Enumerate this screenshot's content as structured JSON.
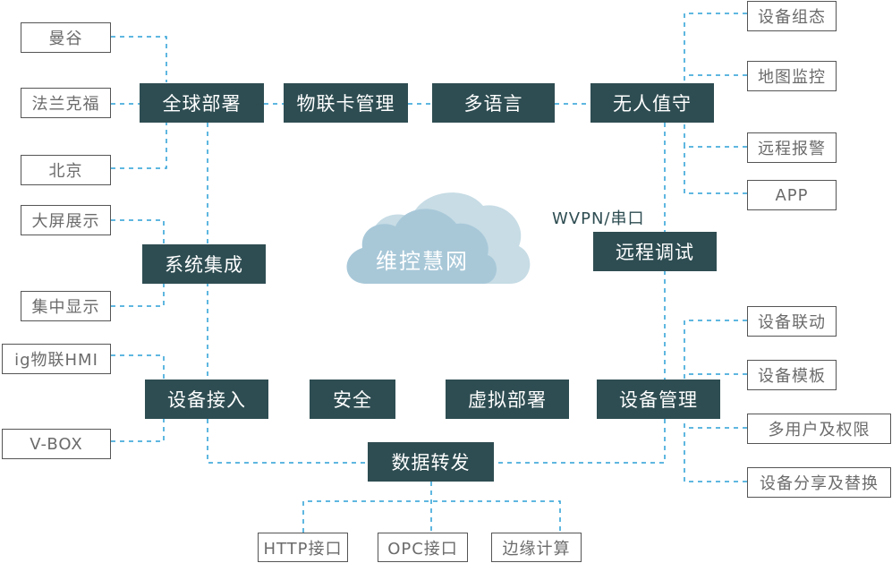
{
  "diagram": {
    "center": {
      "label": "维控慧网",
      "icon": "cloud-icon"
    },
    "connection_label": "WVPN/串口",
    "line_color": "#2a9fd6",
    "node_color": "#2e4d52",
    "main_nodes": {
      "global_deploy": "全球部署",
      "iot_card": "物联卡管理",
      "multilang": "多语言",
      "unattended": "无人值守",
      "system_integration": "系统集成",
      "remote_debug": "远程调试",
      "device_access": "设备接入",
      "security": "安全",
      "virtual_deploy": "虚拟部署",
      "device_mgmt": "设备管理",
      "data_forward": "数据转发"
    },
    "leaves": {
      "bangkok": "曼谷",
      "frankfurt": "法兰克福",
      "beijing": "北京",
      "big_screen": "大屏展示",
      "central_display": "集中显示",
      "ig_hmi": "ig物联HMI",
      "vbox": "V-BOX",
      "config": "设备组态",
      "map_monitor": "地图监控",
      "remote_alarm": "远程报警",
      "app": "APP",
      "linkage": "设备联动",
      "template": "设备模板",
      "multiuser": "多用户及权限",
      "share_replace": "设备分享及替换",
      "http": "HTTP接口",
      "opc": "OPC接口",
      "edge": "边缘计算"
    }
  }
}
